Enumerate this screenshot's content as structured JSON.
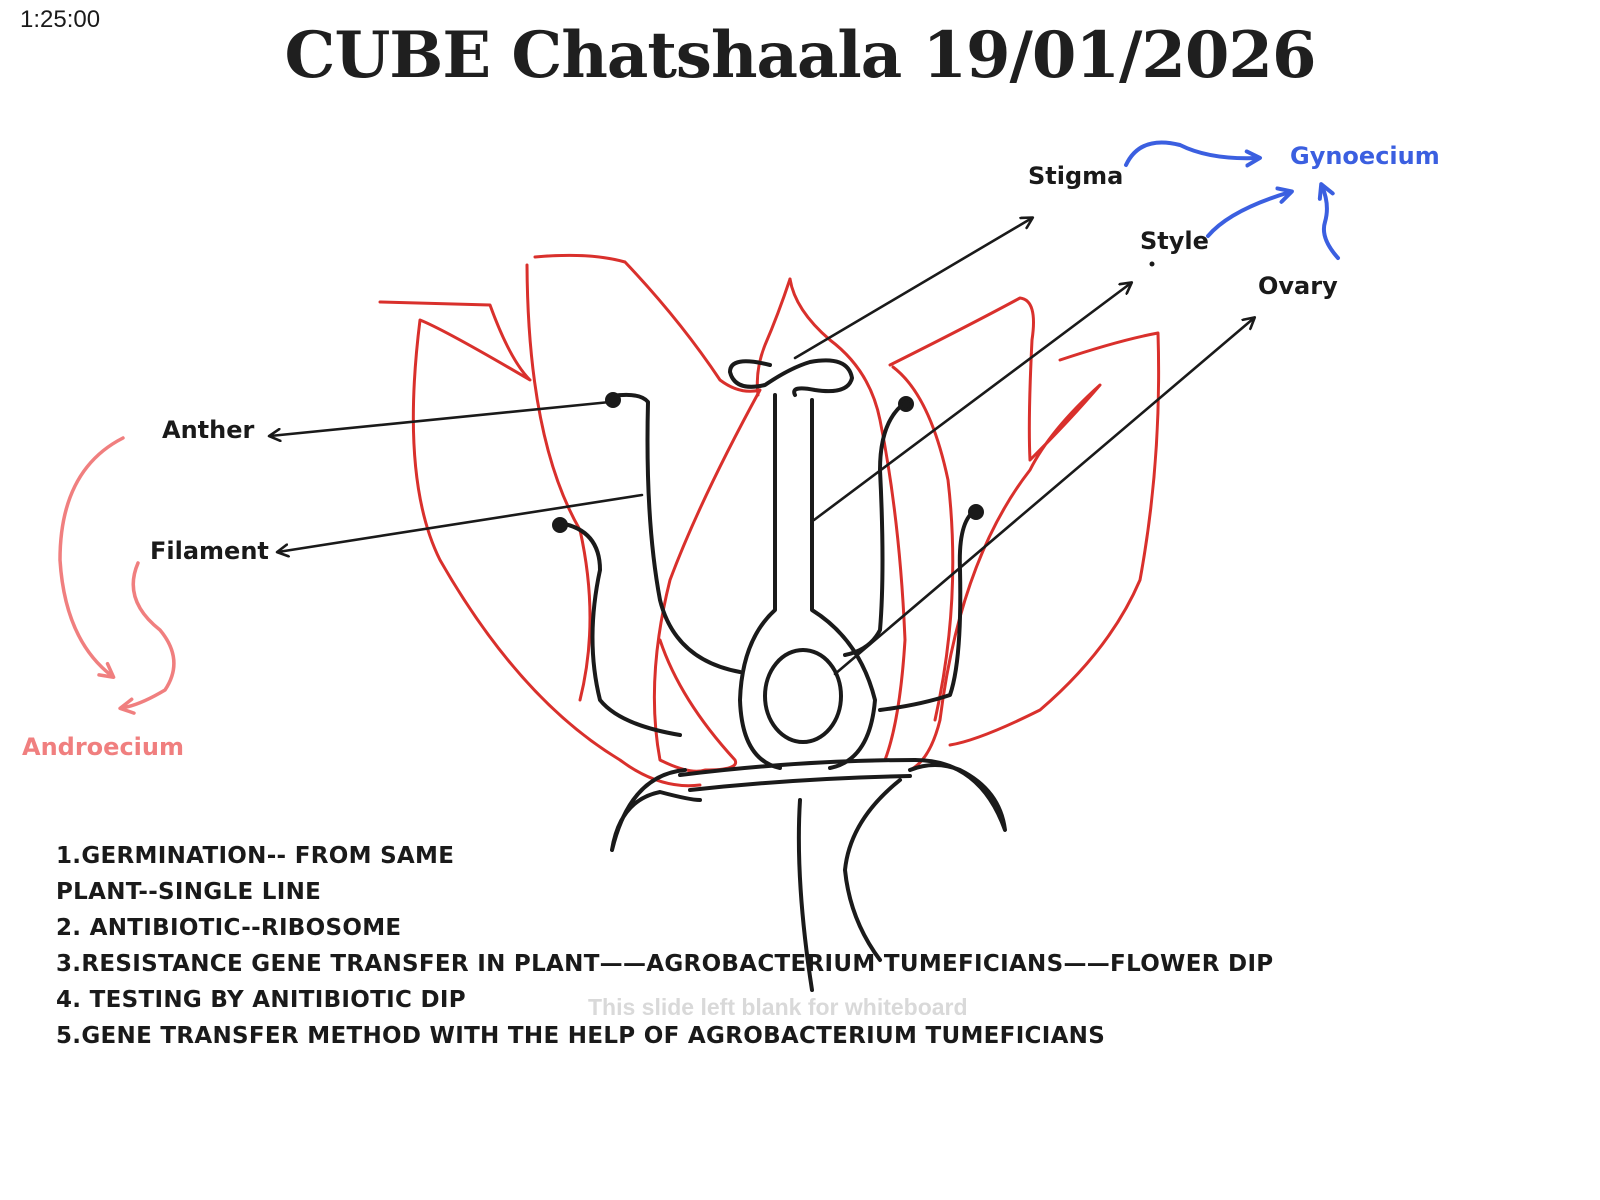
{
  "slide": {
    "timer": "1:25:00",
    "title": "CUBE Chatshaala 19/01/2026",
    "blank_note": "This slide left blank for whiteboard"
  },
  "labels": {
    "stigma": "Stigma",
    "style": "Style",
    "ovary": "Ovary",
    "gynoecium": "Gynoecium",
    "anther": "Anther",
    "filament": "Filament",
    "androecium": "Androecium"
  },
  "notes": [
    "1.GERMINATION-- FROM SAME",
    "PLANT--SINGLE LINE",
    "2. ANTIBIOTIC--RIBOSOME",
    "3.RESISTANCE GENE TRANSFER IN PLANT——AGROBACTERIUM TUMEFICIANS——FLOWER DIP",
    "4. TESTING BY ANITIBIOTIC DIP",
    "5.GENE TRANSFER METHOD WITH THE HELP OF AGROBACTERIUM TUMEFICIANS"
  ],
  "colors": {
    "petal": "#d9302c",
    "ink": "#1a1a1a",
    "gynoecium": "#3b5fe0",
    "androecium": "#f07f7f",
    "faint": "#d9d9d9"
  }
}
